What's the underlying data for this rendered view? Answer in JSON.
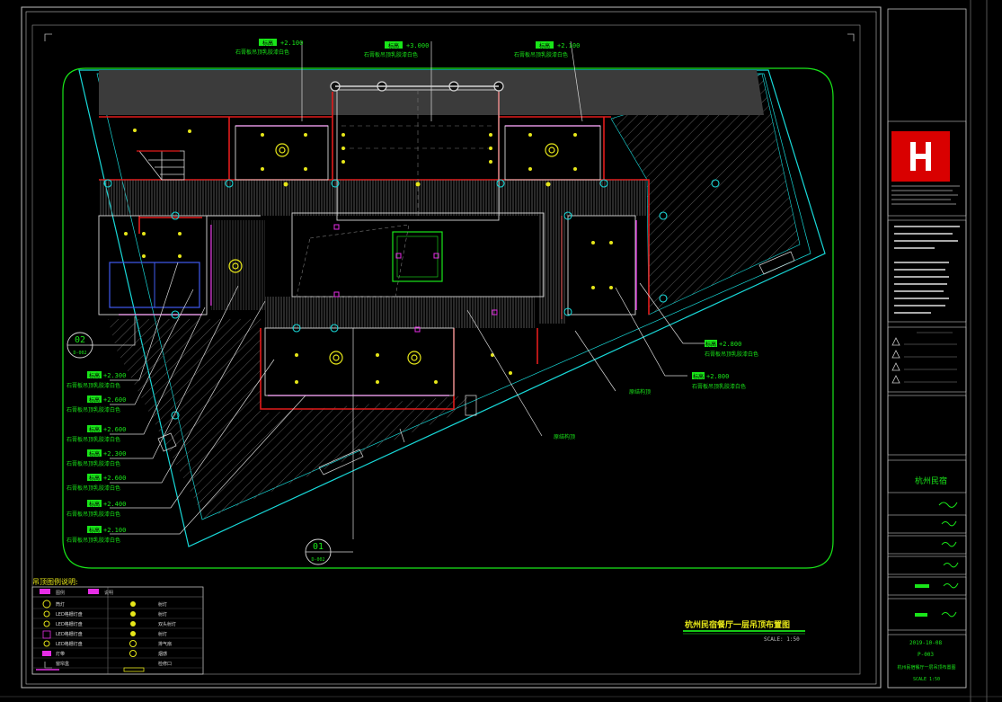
{
  "title_bar": {
    "drawing_title": "杭州民宿餐厅一层吊顶布置图",
    "scale": "SCALE: 1:50"
  },
  "section_markers": [
    {
      "number": "02",
      "sheet": "D-002"
    },
    {
      "number": "01",
      "sheet": "D-002"
    }
  ],
  "top_callouts": [
    {
      "tag": "标高",
      "level": "+2.100",
      "note": "石膏板吊顶乳胶漆白色"
    },
    {
      "tag": "标高",
      "level": "+3.000",
      "note": "石膏板吊顶乳胶漆白色"
    },
    {
      "tag": "标高",
      "level": "+2.100",
      "note": "石膏板吊顶乳胶漆白色"
    }
  ],
  "left_callouts": [
    {
      "tag": "标高",
      "level": "+2.300",
      "note": "石膏板吊顶乳胶漆白色"
    },
    {
      "tag": "标高",
      "level": "+2.600",
      "note": "石膏板吊顶乳胶漆白色"
    },
    {
      "tag": "标高",
      "level": "+2.600",
      "note": "石膏板吊顶乳胶漆白色"
    },
    {
      "tag": "标高",
      "level": "+2.300",
      "note": "石膏板吊顶乳胶漆白色"
    },
    {
      "tag": "标高",
      "level": "+2.600",
      "note": "石膏板吊顶乳胶漆白色"
    },
    {
      "tag": "标高",
      "level": "+2.400",
      "note": "石膏板吊顶乳胶漆白色"
    },
    {
      "tag": "标高",
      "level": "+2.100",
      "note": "石膏板吊顶乳胶漆白色"
    }
  ],
  "right_callouts": [
    {
      "tag": "标高",
      "level": "+2.800",
      "note": "石膏板吊顶乳胶漆白色"
    },
    {
      "tag": "标高",
      "level": "+2.800",
      "note": "石膏板吊顶乳胶漆白色"
    }
  ],
  "inline_notes": [
    "原结构顶",
    "原结构顶"
  ],
  "legend": {
    "title": "吊顶图例说明:",
    "head_left": "图例",
    "head_right": "说明",
    "rows": [
      {
        "left": "筒灯",
        "right": "射灯"
      },
      {
        "left": "LED格栅灯盘",
        "right": "射灯"
      },
      {
        "left": "LED格栅灯盘",
        "right": "双头射灯"
      },
      {
        "left": "LED格栅灯盘",
        "right": "射灯"
      },
      {
        "left": "LED格栅灯盘",
        "right": "排气扇"
      },
      {
        "left": "灯带",
        "right": "烟感"
      },
      {
        "left": "窗帘盒",
        "right": "检修口"
      }
    ]
  },
  "title_block": {
    "project_name": "杭州民宿",
    "sheet_date": "2019-10-08",
    "sheet_no": "P-003",
    "sheet_title": "杭州民宿餐厅一层吊顶布置图",
    "sheet_scale": "SCALE 1:50"
  },
  "colors": {
    "cad_green": "#19e619",
    "cyan": "#18d9d9",
    "red": "#e31b1b",
    "magenta": "#e62de6",
    "yellow": "#e6e619",
    "white": "#d8d8d8",
    "logo_red": "#d90000"
  }
}
